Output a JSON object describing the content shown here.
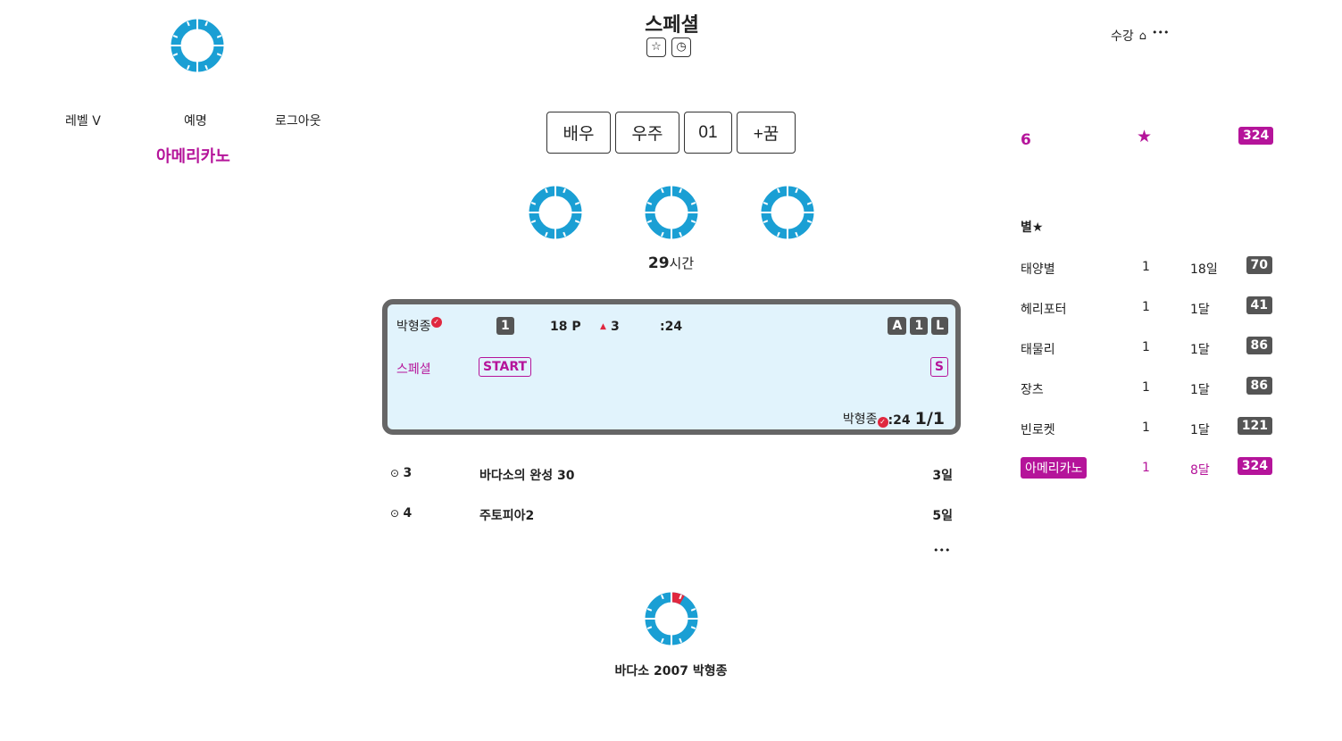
{
  "header": {
    "title": "스페셜",
    "star_icon": "star-outline-icon",
    "clock_icon": "clock-icon"
  },
  "topright": {
    "label": "수강",
    "home_icon": "home-icon",
    "more": "•••"
  },
  "left": {
    "level": "레벨 V",
    "name_label": "예명",
    "logout": "로그아웃",
    "nickname": "아메리카노"
  },
  "buttons": [
    "배우",
    "우주",
    "01",
    "+꿈"
  ],
  "duration": {
    "value": "29",
    "unit": "시간"
  },
  "card": {
    "name": "박형종",
    "rank": "1",
    "points": "18 P",
    "up_value": "3",
    "time": ":24",
    "badges": [
      "A",
      "1",
      "L"
    ],
    "category": "스페셜",
    "start": "START",
    "s_badge": "S",
    "footer_name": "박형종",
    "footer_time": ":24",
    "footer_count": "1/1"
  },
  "list": [
    {
      "num": "3",
      "title": "바다소의 완성 30",
      "ago": "3일"
    },
    {
      "num": "4",
      "title": "주토피아2",
      "ago": "5일"
    }
  ],
  "list_more": "•••",
  "footer": {
    "caption": "바다소 2007 박형종",
    "progress_fraction": 0.0833
  },
  "right": {
    "count": "6",
    "score": "324",
    "section_title": "별★",
    "rows": [
      {
        "name": "태양별",
        "a": "1",
        "b": "18일",
        "c": "70"
      },
      {
        "name": "헤리포터",
        "a": "1",
        "b": "1달",
        "c": "41"
      },
      {
        "name": "태물리",
        "a": "1",
        "b": "1달",
        "c": "86"
      },
      {
        "name": "장츠",
        "a": "1",
        "b": "1달",
        "c": "86"
      },
      {
        "name": "빈로켓",
        "a": "1",
        "b": "1달",
        "c": "121"
      },
      {
        "name": "아메리카노",
        "a": "1",
        "b": "8달",
        "c": "324",
        "highlight": true
      }
    ]
  },
  "colors": {
    "accent": "#b5149a",
    "ring": "#1a9fd4",
    "red": "#e0283f"
  }
}
